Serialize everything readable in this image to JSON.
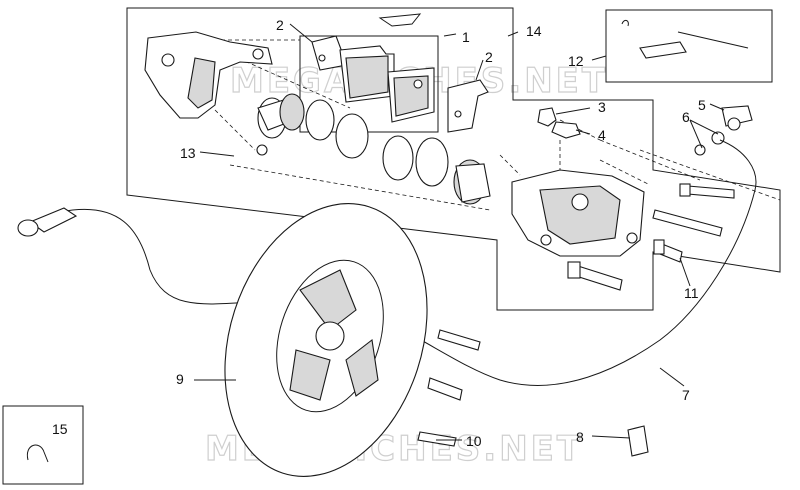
{
  "diagram": {
    "callouts": {
      "c1": "1",
      "c2a": "2",
      "c2b": "2",
      "c3": "3",
      "c4": "4",
      "c5": "5",
      "c6": "6",
      "c7": "7",
      "c8": "8",
      "c9": "9",
      "c10": "10",
      "c11": "11",
      "c12": "12",
      "c13": "13",
      "c14": "14",
      "c15": "15"
    },
    "watermark": {
      "top": "MEGAFICHES.NET",
      "bottom": "MEGAFICHES.NET"
    }
  }
}
